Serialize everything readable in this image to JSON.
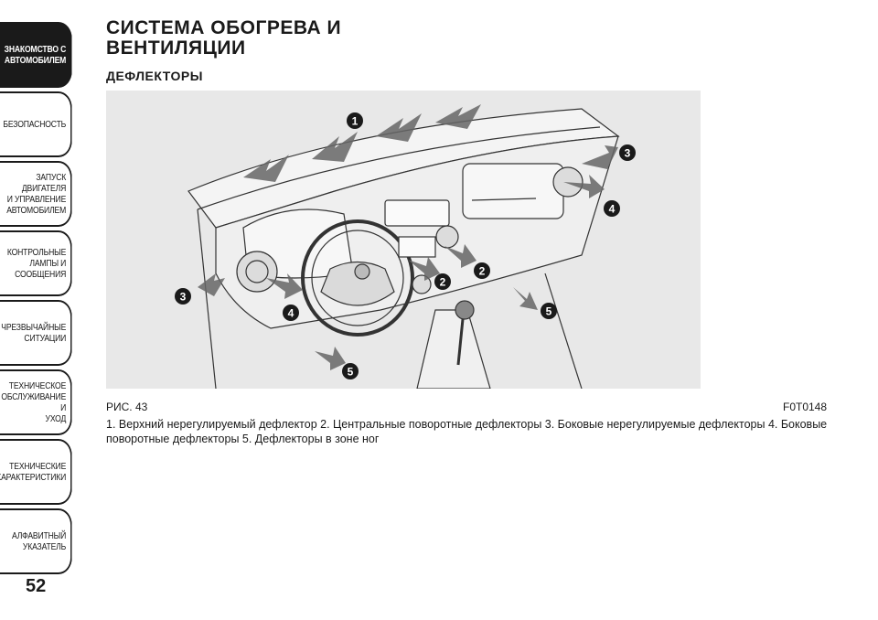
{
  "sidebar": {
    "tabs": [
      {
        "label": "ЗНАКОМСТВО С\nАВТОМОБИЛЕМ",
        "active": true
      },
      {
        "label": "БЕЗОПАСНОСТЬ",
        "active": false
      },
      {
        "label": "ЗАПУСК ДВИГАТЕЛЯ\nИ УПРАВЛЕНИЕ\nАВТОМОБИЛЕМ",
        "active": false
      },
      {
        "label": "КОНТРОЛЬНЫЕ\nЛАМПЫ И\nСООБЩЕНИЯ",
        "active": false
      },
      {
        "label": "ЧРЕЗВЫЧАЙНЫЕ\nСИТУАЦИИ",
        "active": false
      },
      {
        "label": "ТЕХНИЧЕСКОЕ\nОБСЛУЖИВАНИЕ И\nУХОД",
        "active": false
      },
      {
        "label": "ТЕХНИЧЕСКИЕ\nХАРАКТЕРИСТИКИ",
        "active": false
      },
      {
        "label": "АЛФАВИТНЫЙ\nУКАЗАТЕЛЬ",
        "active": false
      }
    ]
  },
  "page_number": "52",
  "section_title": "СИСТЕМА ОБОГРЕВА И ВЕНТИЛЯЦИИ",
  "subsection_title": "ДЕФЛЕКТОРЫ",
  "figure": {
    "label": "РИС. 43",
    "code": "F0T0148",
    "callouts": [
      "1",
      "2",
      "3",
      "4",
      "5"
    ]
  },
  "caption": "1. Верхний нерегулируемый дефлектор 2. Центральные поворотные дефлекторы 3. Боковые нерегулируемые дефлекторы 4. Боковые поворотные дефлекторы 5. Дефлекторы в зоне ног",
  "colors": {
    "active_tab_bg": "#1a1a1a",
    "figure_bg": "#e8e8e8",
    "callout_bg": "#1a1a1a"
  }
}
